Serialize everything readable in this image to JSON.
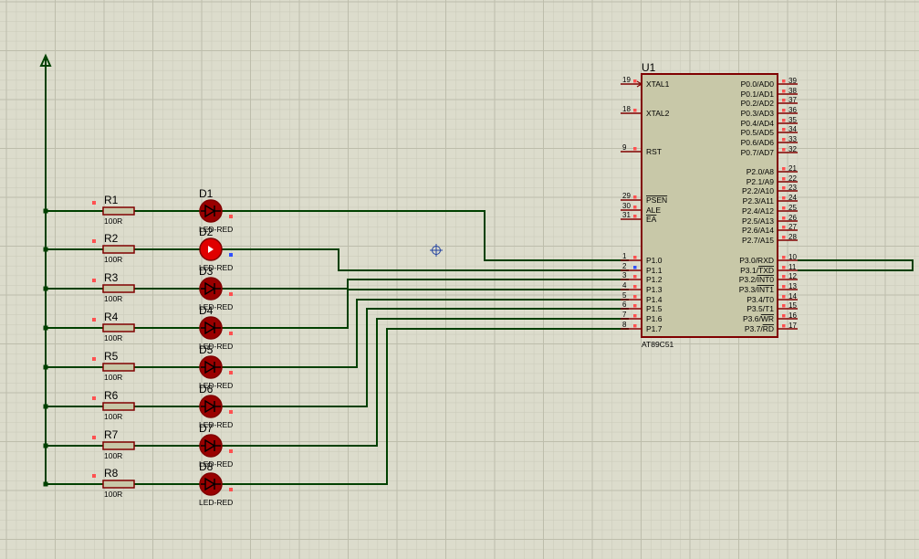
{
  "colors": {
    "background": "#dcdccc",
    "grid_minor": "#c9c9b8",
    "grid_major": "#bdbdab",
    "wire": "#004000",
    "component": "#800000",
    "chip_fill": "#c8c8a8",
    "led_fill": "#9a0000",
    "led_on_fill": "#e00000",
    "pin_marker": "#ff5050",
    "selected_marker": "#3050ff"
  },
  "power_terminal": {
    "name": "power-terminal",
    "symbol": "up-arrow"
  },
  "cursor": {
    "name": "crosshair-cursor"
  },
  "rows": [
    {
      "resistor_ref": "R1",
      "resistor_value": "100R",
      "led_ref": "D1",
      "led_type": "LED-RED",
      "lit": false
    },
    {
      "resistor_ref": "R2",
      "resistor_value": "100R",
      "led_ref": "D2",
      "led_type": "LED-RED",
      "lit": true
    },
    {
      "resistor_ref": "R3",
      "resistor_value": "100R",
      "led_ref": "D3",
      "led_type": "LED-RED",
      "lit": false
    },
    {
      "resistor_ref": "R4",
      "resistor_value": "100R",
      "led_ref": "D4",
      "led_type": "LED-RED",
      "lit": false
    },
    {
      "resistor_ref": "R5",
      "resistor_value": "100R",
      "led_ref": "D5",
      "led_type": "LED-RED",
      "lit": false
    },
    {
      "resistor_ref": "R6",
      "resistor_value": "100R",
      "led_ref": "D6",
      "led_type": "LED-RED",
      "lit": false
    },
    {
      "resistor_ref": "R7",
      "resistor_value": "100R",
      "led_ref": "D7",
      "led_type": "LED-RED",
      "lit": false
    },
    {
      "resistor_ref": "R8",
      "resistor_value": "100R",
      "led_ref": "D8",
      "led_type": "LED-RED",
      "lit": false
    }
  ],
  "chip": {
    "ref": "U1",
    "part": "AT89C51",
    "left_pins": [
      {
        "num": "19",
        "name": "XTAL1",
        "overline": false
      },
      {
        "num": "18",
        "name": "XTAL2",
        "overline": false
      },
      {
        "num": "9",
        "name": "RST",
        "overline": false
      },
      {
        "num": "29",
        "name": "PSEN",
        "overline": true
      },
      {
        "num": "30",
        "name": "ALE",
        "overline": false
      },
      {
        "num": "31",
        "name": "EA",
        "overline": true
      },
      {
        "num": "1",
        "name": "P1.0",
        "overline": false
      },
      {
        "num": "2",
        "name": "P1.1",
        "overline": false
      },
      {
        "num": "3",
        "name": "P1.2",
        "overline": false
      },
      {
        "num": "4",
        "name": "P1.3",
        "overline": false
      },
      {
        "num": "5",
        "name": "P1.4",
        "overline": false
      },
      {
        "num": "6",
        "name": "P1.5",
        "overline": false
      },
      {
        "num": "7",
        "name": "P1.6",
        "overline": false
      },
      {
        "num": "8",
        "name": "P1.7",
        "overline": false
      }
    ],
    "right_pins": [
      {
        "num": "39",
        "name": "P0.0/AD0"
      },
      {
        "num": "38",
        "name": "P0.1/AD1"
      },
      {
        "num": "37",
        "name": "P0.2/AD2"
      },
      {
        "num": "36",
        "name": "P0.3/AD3"
      },
      {
        "num": "35",
        "name": "P0.4/AD4"
      },
      {
        "num": "34",
        "name": "P0.5/AD5"
      },
      {
        "num": "33",
        "name": "P0.6/AD6"
      },
      {
        "num": "32",
        "name": "P0.7/AD7"
      },
      {
        "num": "21",
        "name": "P2.0/A8"
      },
      {
        "num": "22",
        "name": "P2.1/A9"
      },
      {
        "num": "23",
        "name": "P2.2/A10"
      },
      {
        "num": "24",
        "name": "P2.3/A11"
      },
      {
        "num": "25",
        "name": "P2.4/A12"
      },
      {
        "num": "26",
        "name": "P2.5/A13"
      },
      {
        "num": "27",
        "name": "P2.6/A14"
      },
      {
        "num": "28",
        "name": "P2.7/A15"
      },
      {
        "num": "10",
        "name": "P3.0/RXD"
      },
      {
        "num": "11",
        "name": "P3.1/TXD",
        "over_part": "TXD"
      },
      {
        "num": "12",
        "name": "P3.2/INT0",
        "over_part": "INT0"
      },
      {
        "num": "13",
        "name": "P3.3/INT1",
        "over_part": "INT1"
      },
      {
        "num": "14",
        "name": "P3.4/T0"
      },
      {
        "num": "15",
        "name": "P3.5/T1"
      },
      {
        "num": "16",
        "name": "P3.6/WR",
        "over_part": "WR"
      },
      {
        "num": "17",
        "name": "P3.7/RD",
        "over_part": "RD"
      }
    ]
  }
}
